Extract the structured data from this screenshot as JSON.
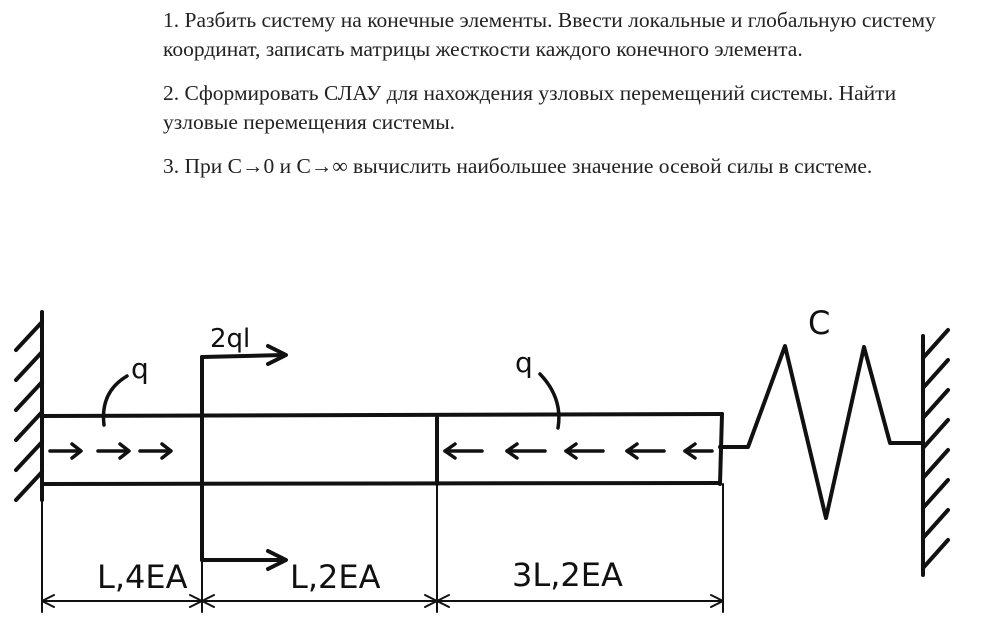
{
  "tasks": [
    {
      "text": "1. Разбить систему на конечные элементы. Ввести локальные и глобальную систему координат, записать матрицы жесткости каждого конечного элемента."
    },
    {
      "text": "2. Сформировать СЛАУ для нахождения узловых перемещений системы. Найти узловые перемещения системы."
    },
    {
      "text": "3. При C→0 и C→∞ вычислить наибольшее значение осевой силы в системе."
    }
  ],
  "diagram": {
    "load_left": "q",
    "load_right": "q",
    "force": "2ql",
    "spring": "C",
    "segments": [
      {
        "label": "L,4EA"
      },
      {
        "label": "L,2EA"
      },
      {
        "label": "3L,2EA"
      }
    ]
  }
}
